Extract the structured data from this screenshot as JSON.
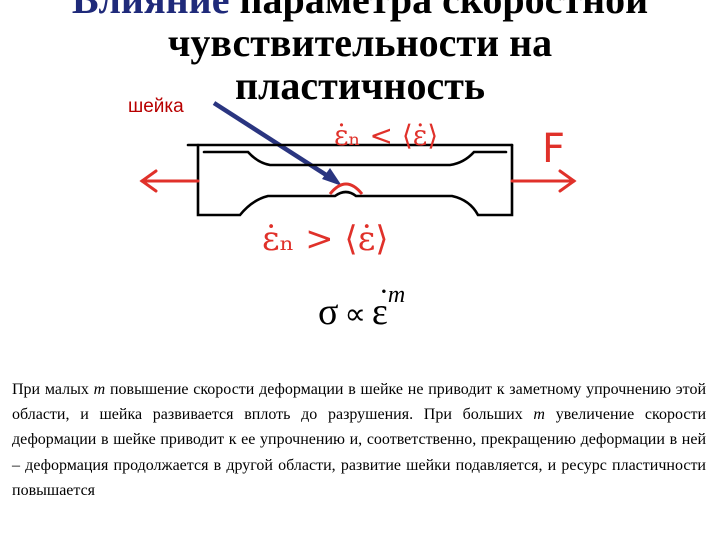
{
  "title": {
    "line1_highlight": "Влияние",
    "line1_rest": " параметра скоростной",
    "line2": "чувствительности на",
    "line3": "пластичность"
  },
  "neck_label": "шейка",
  "diagram": {
    "force_label": "F",
    "top_relation": "ε̇ₙ < ⟨ε̇⟩",
    "bottom_relation": "ε̇ₙ > ⟨ε̇⟩",
    "colors": {
      "handwriting": "#e0312a",
      "specimen": "#000000",
      "arrow": "#2a3580"
    }
  },
  "formula": {
    "sigma": "σ",
    "proportional": "∝",
    "epsilon": "ε",
    "dot": "·",
    "exponent": "m"
  },
  "paragraph": {
    "p1": "При малых ",
    "m1": "m",
    "p2": " повышение скорости деформации в шейке не приводит к заметному упрочнению этой области, и шейка развивается вплоть до разрушения. При больших ",
    "m2": "m",
    "p3": " увеличение скорости деформации в шейке приводит к ее упрочнению и, соответственно, прекращению деформации в ней – деформация продолжается в другой области, развитие шейки подавляется, и ресурс пластичности повышается"
  }
}
